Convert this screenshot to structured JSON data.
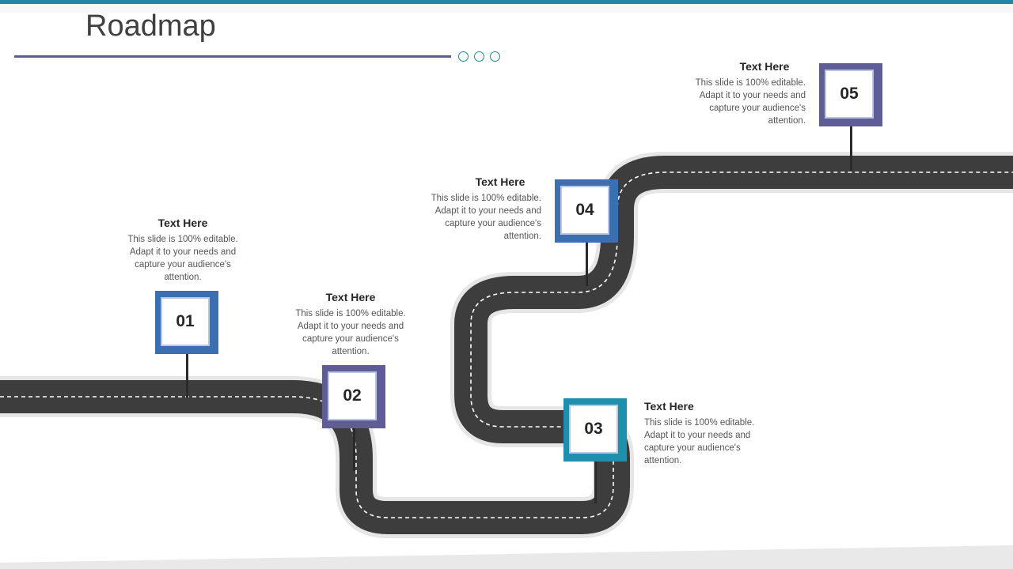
{
  "header": {
    "title": "Roadmap"
  },
  "colors": {
    "top_bar": "#1b8aa1",
    "rule": "#5c5d8e",
    "road": "#3d3d3d",
    "road_border": "#e6e6e6",
    "lane_marking": "#ffffff",
    "blue": "#3b6fb2",
    "purple": "#5f5c97",
    "teal": "#1f8fae"
  },
  "milestones": [
    {
      "number": "01",
      "heading": "Text Here",
      "body": "This slide is 100% editable. Adapt it to your needs and capture your audience's attention.",
      "color": "#3b6fb2"
    },
    {
      "number": "02",
      "heading": "Text Here",
      "body": "This slide is 100% editable. Adapt it to your needs and capture your audience's attention.",
      "color": "#5f5c97"
    },
    {
      "number": "03",
      "heading": "Text Here",
      "body": "This slide is 100% editable. Adapt it to your needs and capture your audience's attention.",
      "color": "#1f8fae"
    },
    {
      "number": "04",
      "heading": "Text Here",
      "body": "This slide is 100% editable. Adapt it to your needs and capture your audience's attention.",
      "color": "#3b6fb2"
    },
    {
      "number": "05",
      "heading": "Text Here",
      "body": "This slide is 100% editable. Adapt it to your needs and capture your audience's attention.",
      "color": "#5f5c97"
    }
  ]
}
